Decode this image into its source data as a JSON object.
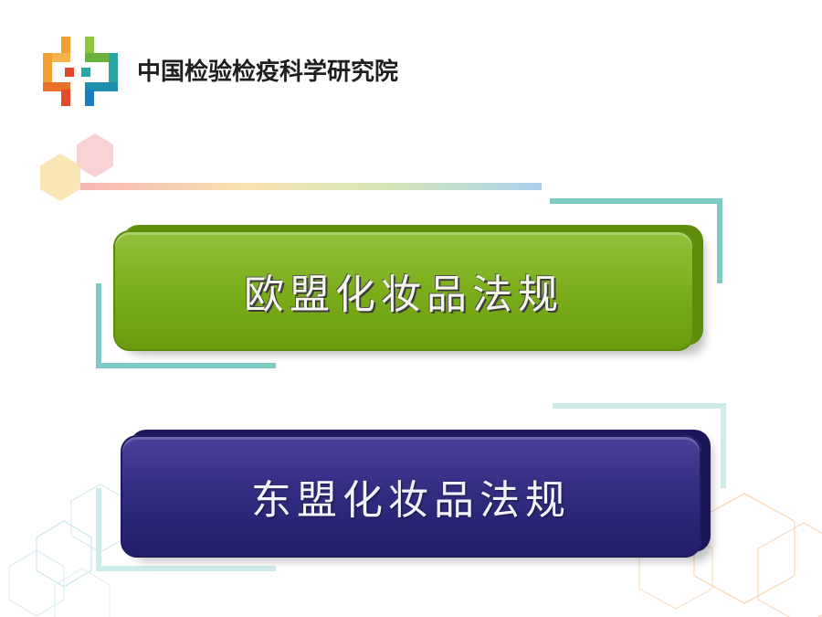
{
  "header": {
    "organization_name": "中国检验检疫科学研究院"
  },
  "buttons": {
    "eu_label": "欧盟化妆品法规",
    "asean_label": "东盟化妆品法规"
  },
  "colors": {
    "eu_button": "#79ac18",
    "asean_button": "#2e2a7d",
    "frame_teal": "#7fcac4",
    "logo_orange": "#f0a030",
    "logo_red": "#e04a2a",
    "logo_green": "#69b33a",
    "logo_teal": "#2aa6a6"
  }
}
